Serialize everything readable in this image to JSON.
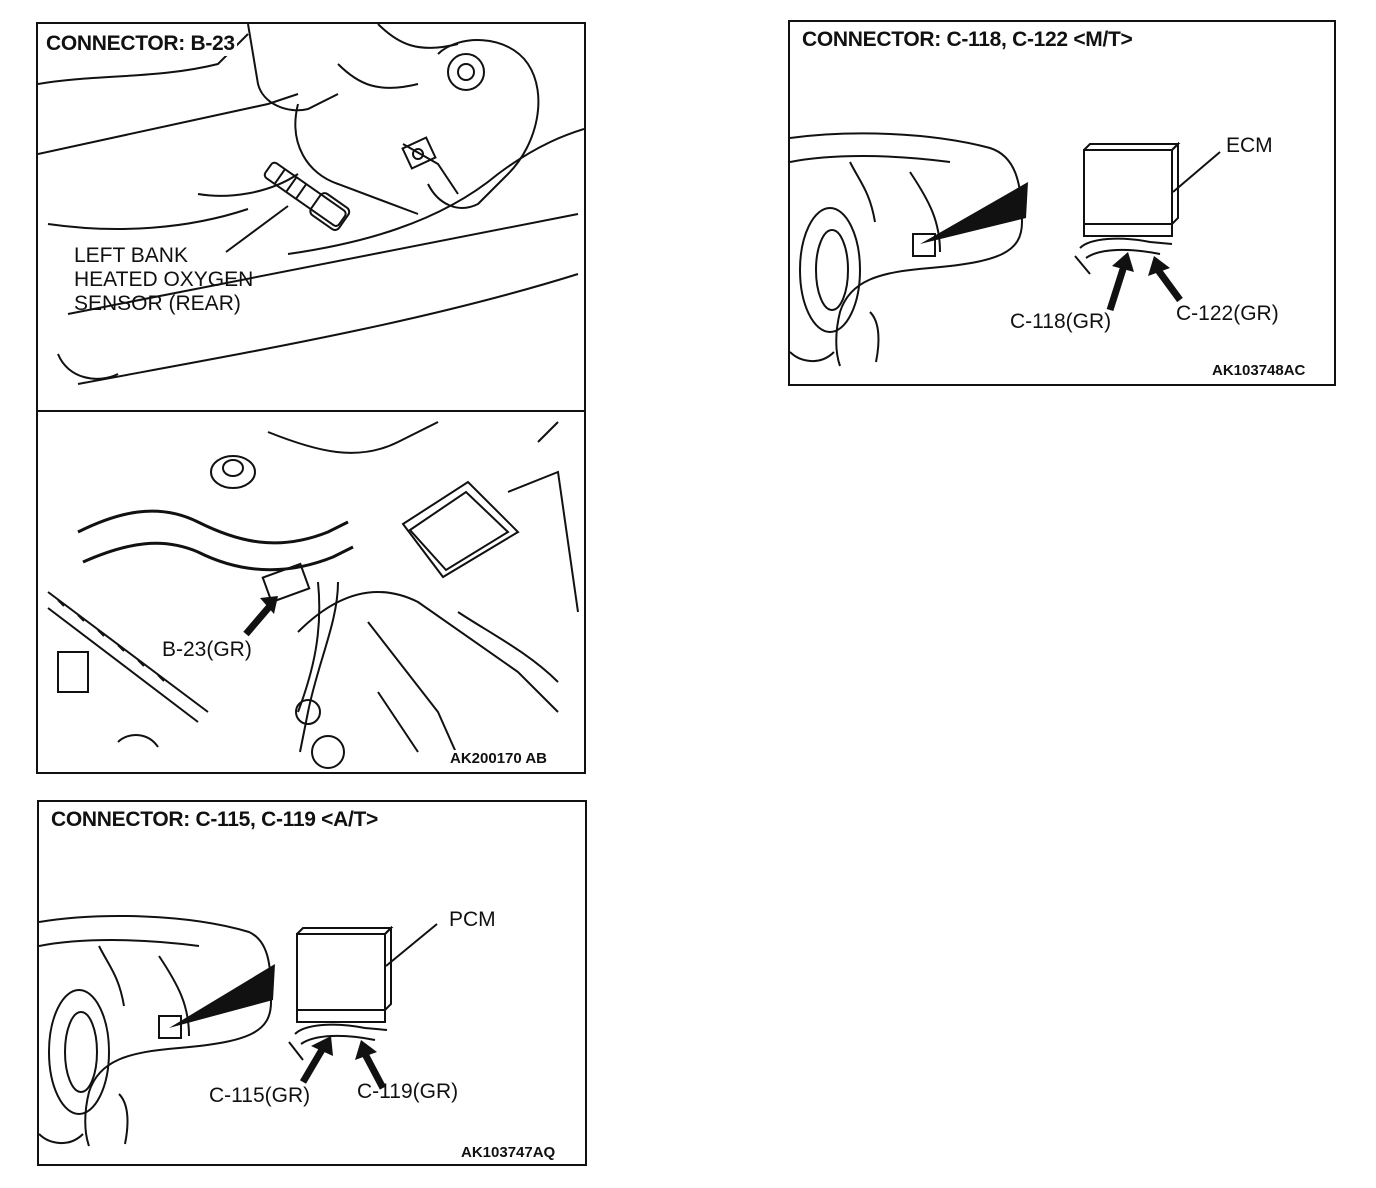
{
  "panels": {
    "b23": {
      "title": "CONNECTOR: B-23",
      "sensor_label": [
        "LEFT BANK",
        "HEATED OXYGEN",
        "SENSOR (REAR)"
      ],
      "connector_label": "B-23(GR)",
      "figure_id": "AK200170 AB"
    },
    "mt": {
      "title": "CONNECTOR: C-118, C-122 <M/T>",
      "module_label": "ECM",
      "connector_left": "C-118(GR)",
      "connector_right": "C-122(GR)",
      "figure_id": "AK103748AC"
    },
    "at": {
      "title": "CONNECTOR: C-115, C-119 <A/T>",
      "module_label": "PCM",
      "connector_left": "C-115(GR)",
      "connector_right": "C-119(GR)",
      "figure_id": "AK103747AQ"
    }
  },
  "colors": {
    "ink": "#111111",
    "paper": "#ffffff"
  }
}
